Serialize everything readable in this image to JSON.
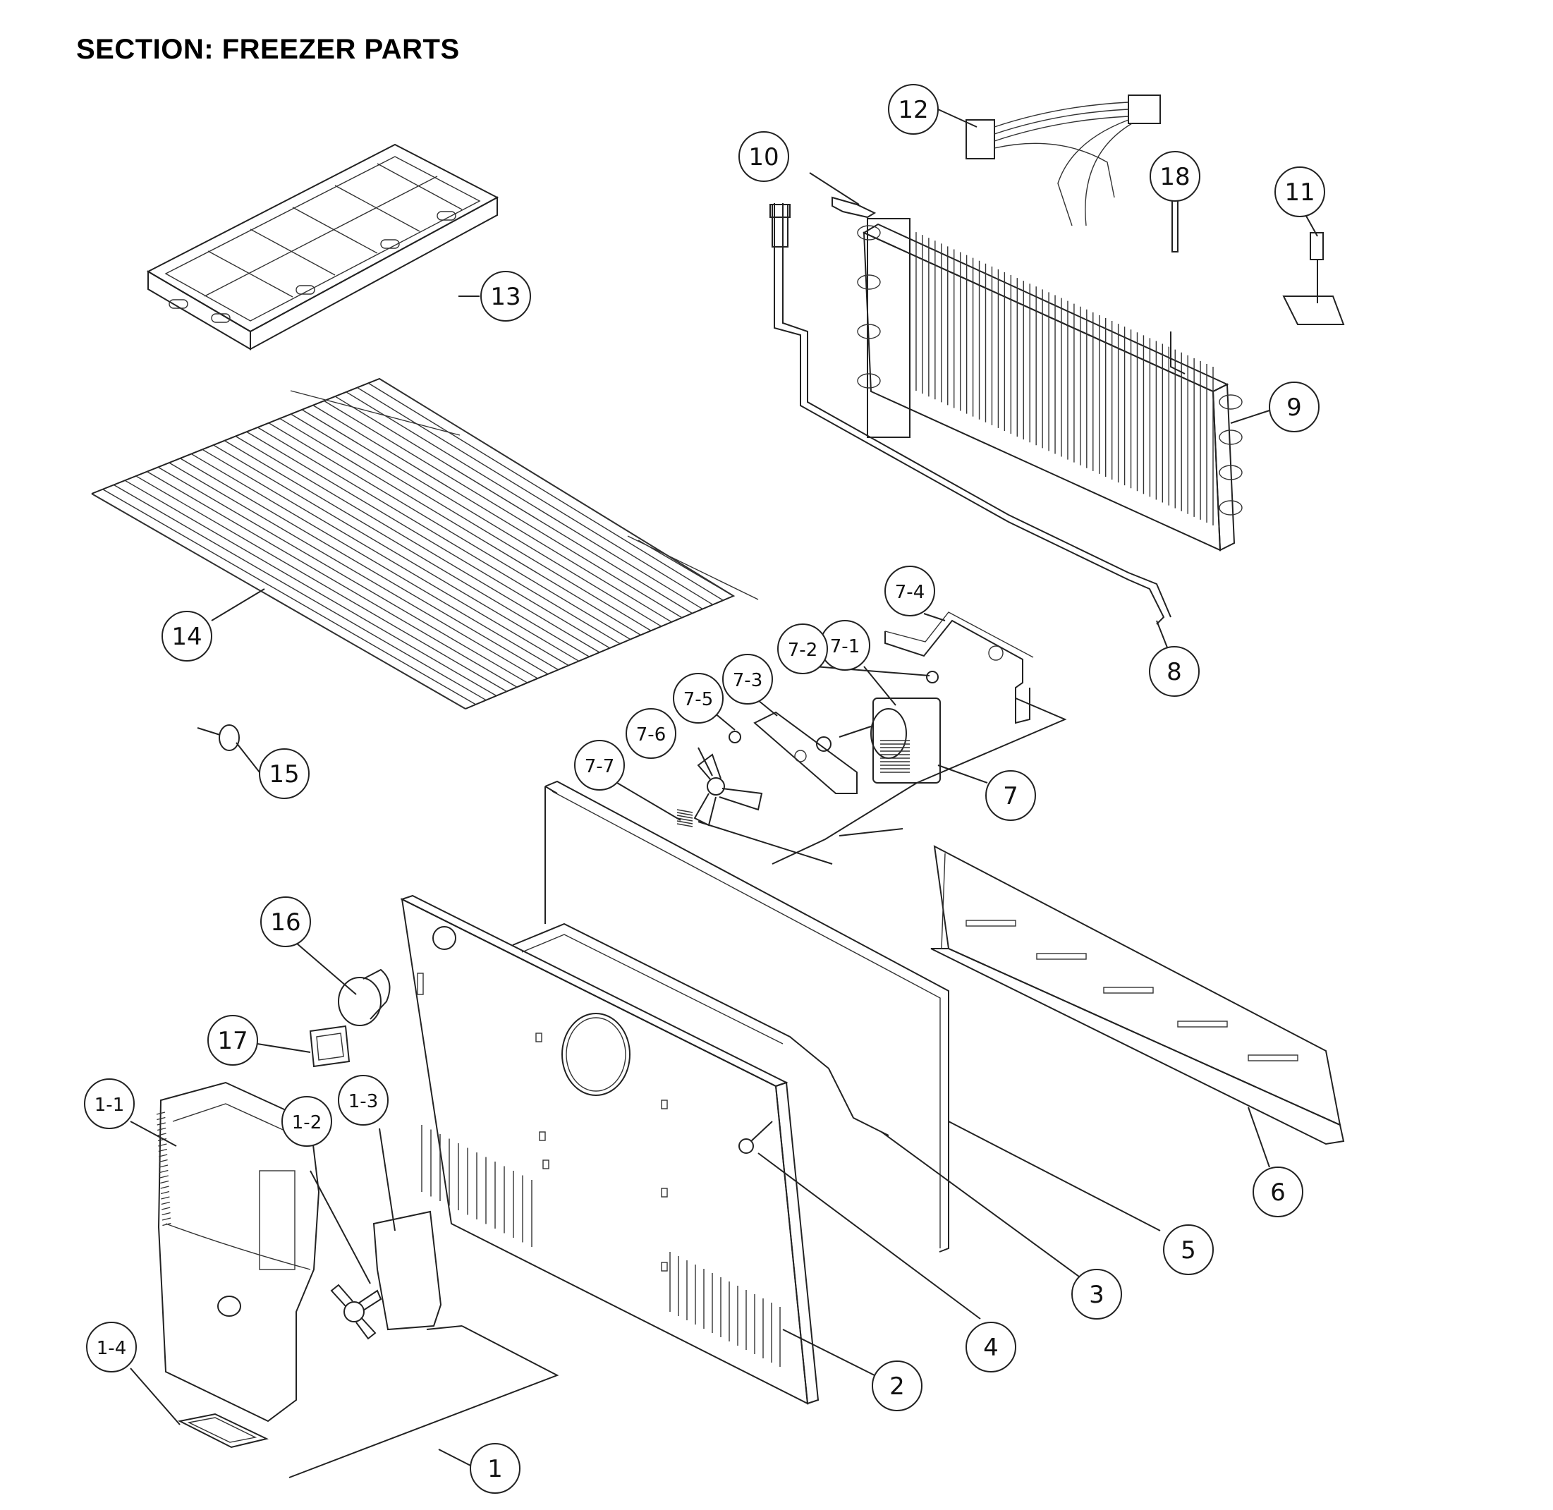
{
  "title": "SECTION: FREEZER PARTS",
  "callouts": [
    {
      "label": "1"
    },
    {
      "label": "1-1"
    },
    {
      "label": "1-2"
    },
    {
      "label": "1-3"
    },
    {
      "label": "1-4"
    },
    {
      "label": "2"
    },
    {
      "label": "3"
    },
    {
      "label": "4"
    },
    {
      "label": "5"
    },
    {
      "label": "6"
    },
    {
      "label": "7"
    },
    {
      "label": "7-1"
    },
    {
      "label": "7-2"
    },
    {
      "label": "7-3"
    },
    {
      "label": "7-4"
    },
    {
      "label": "7-5"
    },
    {
      "label": "7-6"
    },
    {
      "label": "7-7"
    },
    {
      "label": "8"
    },
    {
      "label": "9"
    },
    {
      "label": "10"
    },
    {
      "label": "11"
    },
    {
      "label": "12"
    },
    {
      "label": "13"
    },
    {
      "label": "14"
    },
    {
      "label": "15"
    },
    {
      "label": "16"
    },
    {
      "label": "17"
    },
    {
      "label": "18"
    }
  ]
}
